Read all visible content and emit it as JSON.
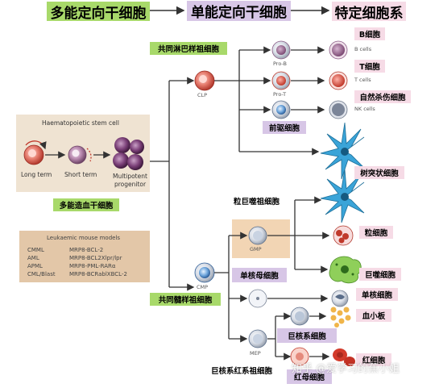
{
  "top_bar": {
    "multipotent_hsc": "多能定向干细胞",
    "unipotent": "单能定向干细胞",
    "specific_lineage": "特定细胞系"
  },
  "hsc_panel": {
    "title": "Haematopoietic stem cell",
    "long_term": "Long term",
    "short_term": "Short term",
    "multipotent_line1": "Multipotent",
    "multipotent_line2": "progenitor",
    "caption": "多能造血干细胞"
  },
  "mouse_models": {
    "title": "Leukaemic mouse models",
    "rows": [
      {
        "disease": "CMML",
        "model": "MRP8-BCL-2"
      },
      {
        "disease": "AML",
        "model": "MRP8-BCL2Xlpr/lpr"
      },
      {
        "disease": "APML",
        "model": "MRP8-PML-RARα"
      },
      {
        "disease": "CML/Blast",
        "model": "MRP8-BCRablXBCL-2"
      }
    ]
  },
  "cells": {
    "clp": "CLP",
    "pro_b": "Pro-B",
    "pro_t": "Pro-T",
    "cmp": "CMP",
    "gmp": "GMP",
    "mep": "MEP",
    "b_cells": "B cells",
    "t_cells": "T cells",
    "nk_cells": "NK cells"
  },
  "labels": {
    "common_lymphoid": "共同淋巴样祖细胞",
    "b_cell": "B细胞",
    "t_cell": "T细胞",
    "nk_cell": "自然杀伤细胞",
    "precursor": "前驱细胞",
    "dendritic": "树突状细胞",
    "granulo_macro_progenitor": "粒巨噬祖细胞",
    "granulocyte": "粒细胞",
    "macrophage": "巨噬细胞",
    "monocyte_progenitor": "单核母细胞",
    "monocyte": "单核细胞",
    "common_myeloid": "共同髓样祖细胞",
    "platelet": "血小板",
    "megakaryocyte_lineage": "巨核系细胞",
    "mk_erythroid_progenitor": "巨核系红系祖细胞",
    "erythroblast": "红母细胞",
    "erythrocyte": "红细胞"
  },
  "watermark": "知乎 @爱学习的蕉小姐",
  "colors": {
    "green": "#a8d96a",
    "purple": "#d7c6e6",
    "pink": "#f6dbe6",
    "panel_tan": "#efe3d2",
    "gmp_tan": "#f2d5b4",
    "models_tan": "#e3c7a8",
    "arrow": "#333333"
  }
}
